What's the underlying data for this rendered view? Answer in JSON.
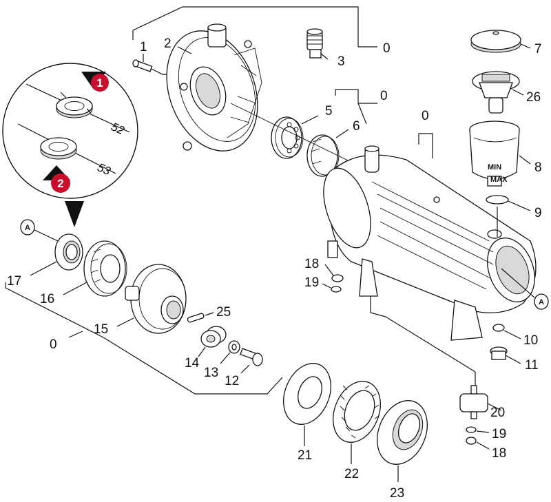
{
  "labels": {
    "p0a": "0",
    "p0b": "0",
    "p0c": "0",
    "p0d": "0",
    "p1": "1",
    "p2": "2",
    "p3": "3",
    "p5": "5",
    "p6": "6",
    "p7": "7",
    "p8": "8",
    "p9": "9",
    "p10": "10",
    "p11": "11",
    "p12": "12",
    "p13": "13",
    "p14": "14",
    "p15": "15",
    "p16": "16",
    "p17": "17",
    "p18a": "18",
    "p18b": "18",
    "p19a": "19",
    "p19b": "19",
    "p20": "20",
    "p21": "21",
    "p22": "22",
    "p23": "23",
    "p25": "25",
    "p26": "26"
  },
  "detail": {
    "dim_top": "52",
    "dim_bottom": "53",
    "badge1": "1",
    "badge2": "2",
    "ref_A_left": "A",
    "ref_A_right": "A"
  },
  "cup_marks": {
    "min": "MIN",
    "max": "MAX"
  },
  "colors": {
    "badge_red": "#c8102e",
    "line": "#111111",
    "background": "#ffffff"
  }
}
